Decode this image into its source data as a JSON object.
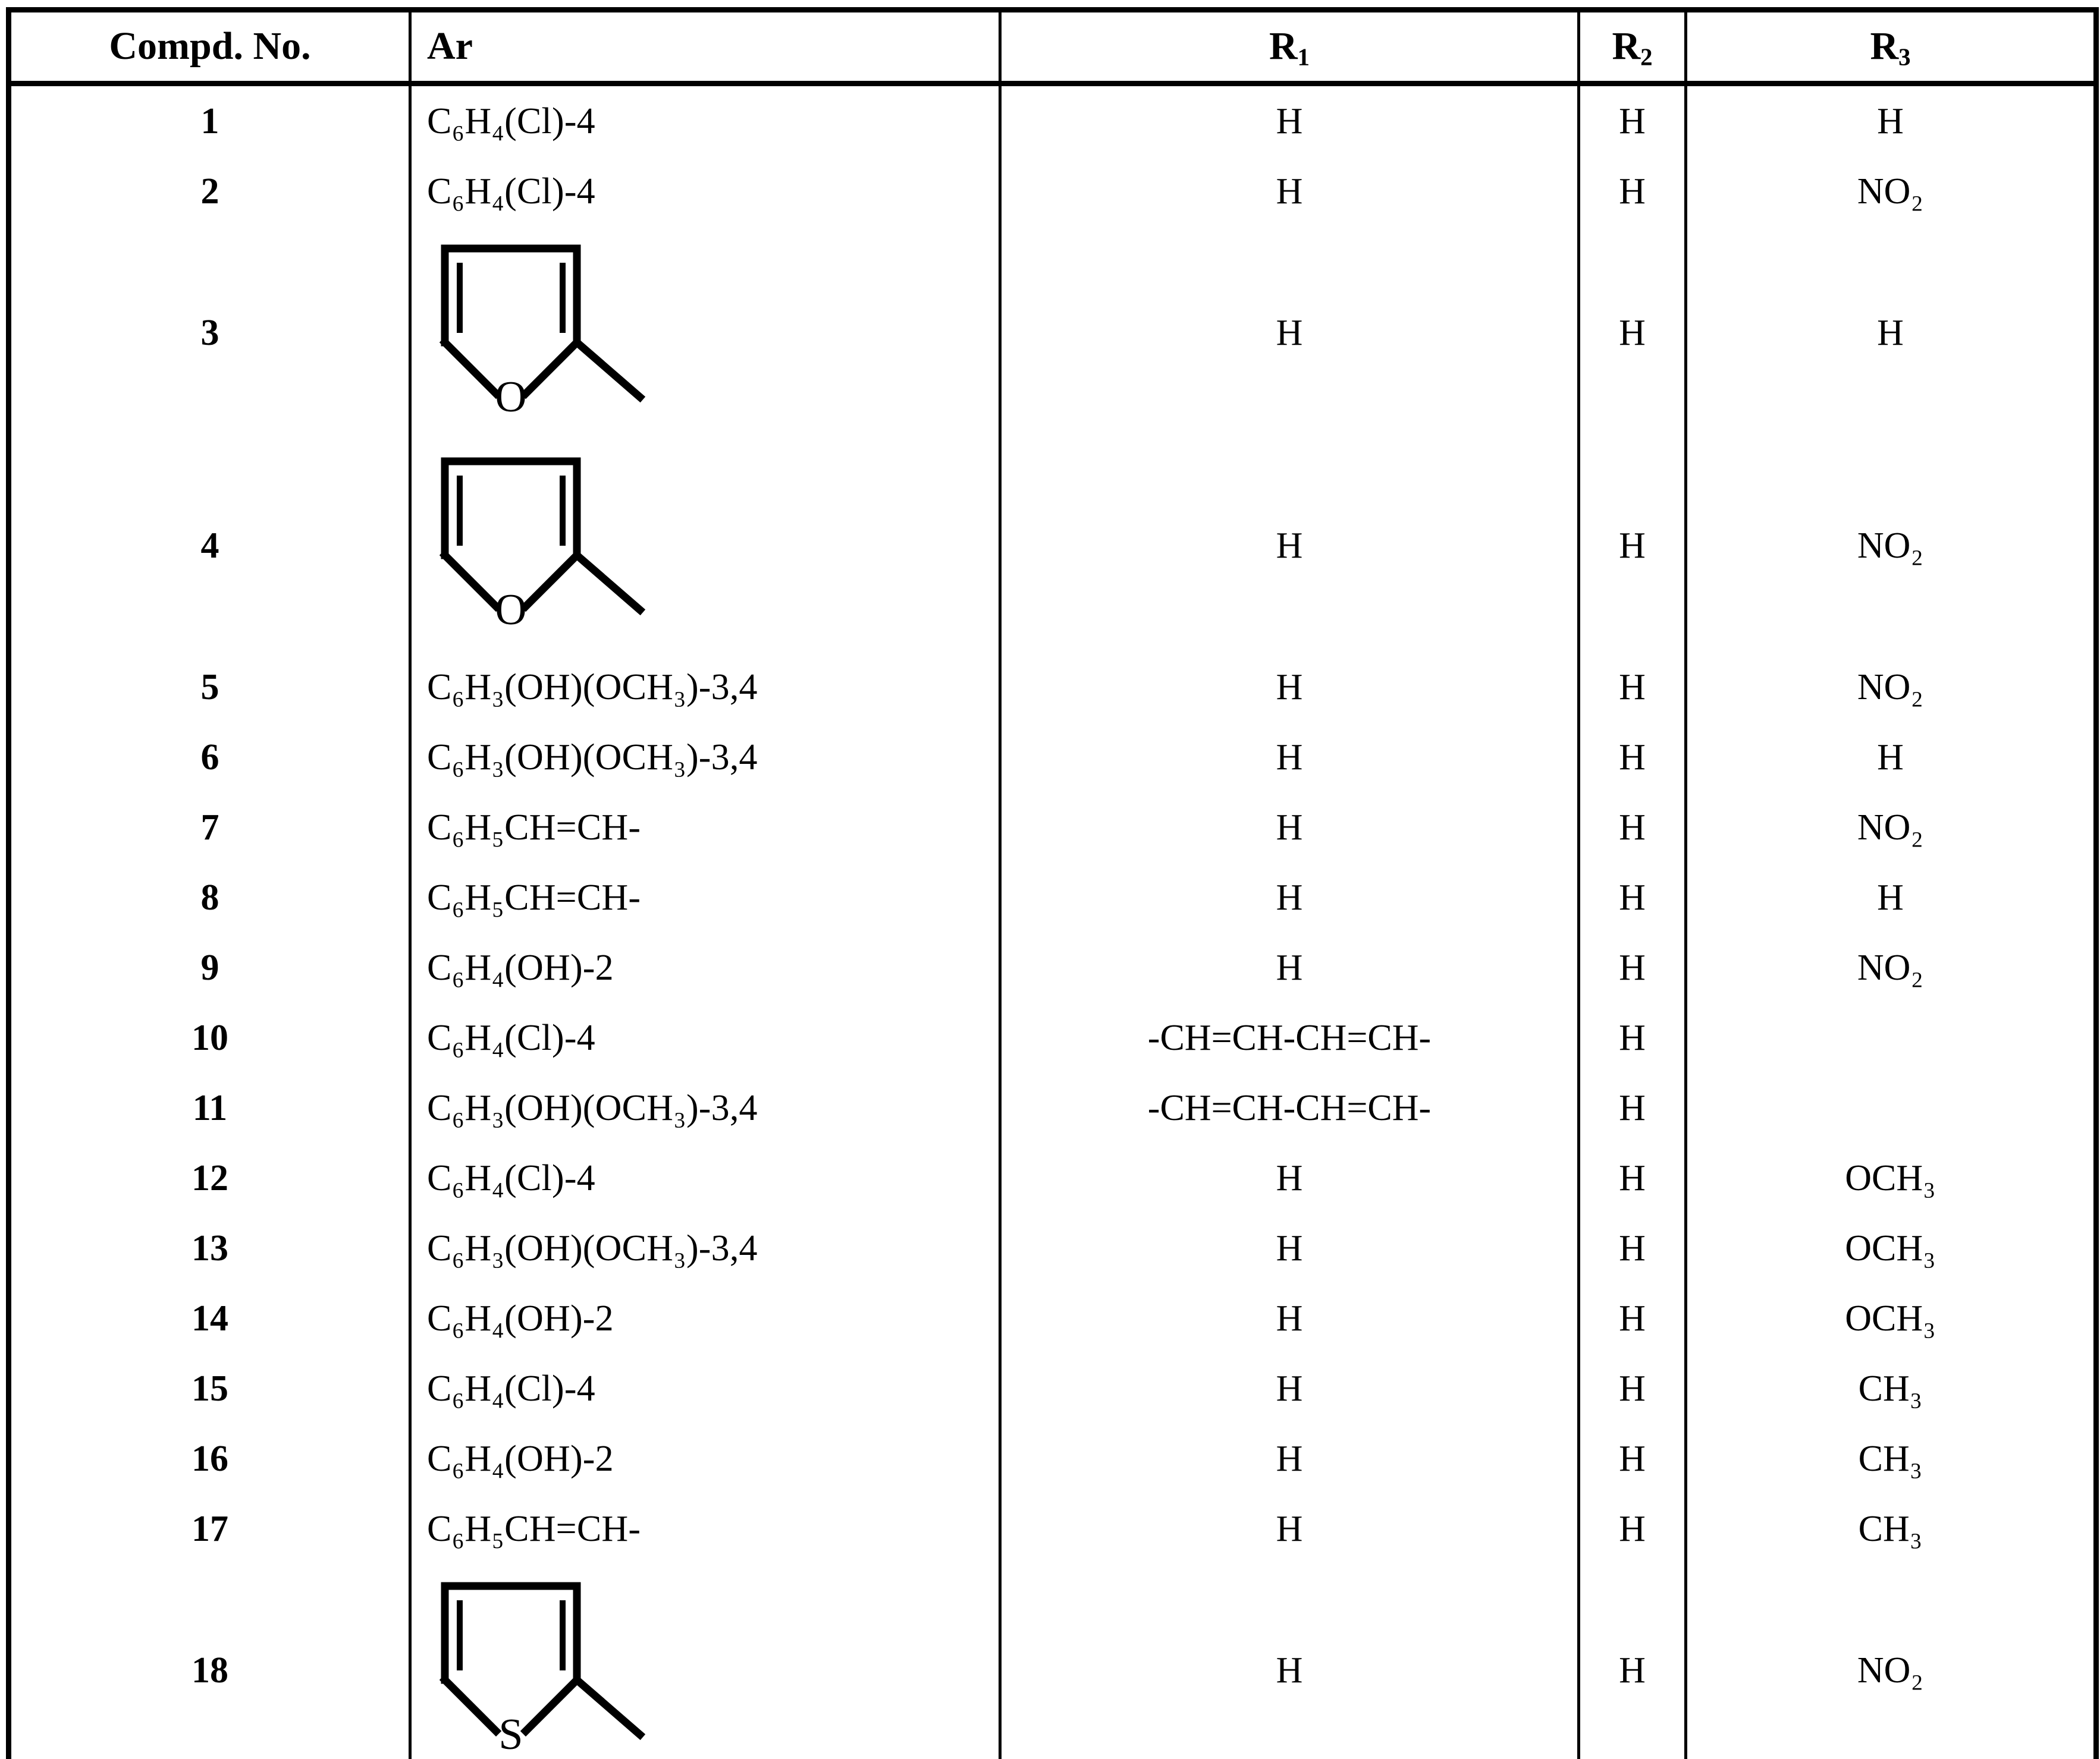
{
  "table": {
    "columns": [
      {
        "key": "compd_no",
        "label": "Compd. No."
      },
      {
        "key": "ar",
        "label": "Ar"
      },
      {
        "key": "r1",
        "label": "R",
        "label_sub": "1"
      },
      {
        "key": "r2",
        "label": "R",
        "label_sub": "2"
      },
      {
        "key": "r3",
        "label": "R",
        "label_sub": "3"
      }
    ],
    "headers": {
      "compd_no": "Compd. No.",
      "ar": "Ar",
      "r1_base": "R",
      "r1_sub": "1",
      "r2_base": "R",
      "r2_sub": "2",
      "r3_base": "R",
      "r3_sub": "3"
    },
    "rows": [
      {
        "no": "1",
        "ar_type": "text",
        "ar_text": "C6H4(Cl)-4",
        "ar_display": "C₆H₄(Cl)-4",
        "r1": "H",
        "r2": "H",
        "r3": "H"
      },
      {
        "no": "2",
        "ar_type": "text",
        "ar_text": "C6H4(Cl)-4",
        "ar_display": "C₆H₄(Cl)-4",
        "r1": "H",
        "r2": "H",
        "r3": "NO₂"
      },
      {
        "no": "3",
        "ar_type": "structure",
        "ar_structure": "furan-2-yl",
        "heteroatom": "O",
        "r1": "H",
        "r2": "H",
        "r3": "H"
      },
      {
        "no": "4",
        "ar_type": "structure",
        "ar_structure": "furan-2-yl",
        "heteroatom": "O",
        "r1": "H",
        "r2": "H",
        "r3": "NO₂"
      },
      {
        "no": "5",
        "ar_type": "text",
        "ar_text": "C6H3(OH)(OCH3)-3,4",
        "ar_display": "C₆H₃(OH)(OCH₃)-3,4",
        "r1": "H",
        "r2": "H",
        "r3": "NO₂"
      },
      {
        "no": "6",
        "ar_type": "text",
        "ar_text": "C6H3(OH)(OCH3)-3,4",
        "ar_display": "C₆H₃(OH)(OCH₃)-3,4",
        "r1": "H",
        "r2": "H",
        "r3": "H"
      },
      {
        "no": "7",
        "ar_type": "text",
        "ar_text": "C6H5CH=CH-",
        "ar_display": "C₆H₅CH=CH-",
        "r1": "H",
        "r2": "H",
        "r3": "NO₂"
      },
      {
        "no": "8",
        "ar_type": "text",
        "ar_text": "C6H5CH=CH-",
        "ar_display": "C₆H₅CH=CH-",
        "r1": "H",
        "r2": "H",
        "r3": "H"
      },
      {
        "no": "9",
        "ar_type": "text",
        "ar_text": "C6H4(OH)-2",
        "ar_display": "C₆H₄(OH)-2",
        "r1": "H",
        "r2": "H",
        "r3": "NO₂"
      },
      {
        "no": "10",
        "ar_type": "text",
        "ar_text": "C6H4(Cl)-4",
        "ar_display": "C₆H₄(Cl)-4",
        "r1": "-CH=CH-CH=CH-",
        "r2": "H",
        "r3": ""
      },
      {
        "no": "11",
        "ar_type": "text",
        "ar_text": "C6H3(OH)(OCH3)-3,4",
        "ar_display": "C₆H₃(OH)(OCH₃)-3,4",
        "r1": "-CH=CH-CH=CH-",
        "r2": "H",
        "r3": ""
      },
      {
        "no": "12",
        "ar_type": "text",
        "ar_text": "C6H4(Cl)-4",
        "ar_display": "C₆H₄(Cl)-4",
        "r1": "H",
        "r2": "H",
        "r3": "OCH₃"
      },
      {
        "no": "13",
        "ar_type": "text",
        "ar_text": "C6H3(OH)(OCH3)-3,4",
        "ar_display": "C₆H₃(OH)(OCH₃)-3,4",
        "r1": "H",
        "r2": "H",
        "r3": "OCH₃"
      },
      {
        "no": "14",
        "ar_type": "text",
        "ar_text": "C6H4(OH)-2",
        "ar_display": "C₆H₄(OH)-2",
        "r1": "H",
        "r2": "H",
        "r3": "OCH₃"
      },
      {
        "no": "15",
        "ar_type": "text",
        "ar_text": "C6H4(Cl)-4",
        "ar_display": "C₆H₄(Cl)-4",
        "r1": "H",
        "r2": "H",
        "r3": "CH₃"
      },
      {
        "no": "16",
        "ar_type": "text",
        "ar_text": "C6H4(OH)-2",
        "ar_display": "C₆H₄(OH)-2",
        "r1": "H",
        "r2": "H",
        "r3": "CH₃"
      },
      {
        "no": "17",
        "ar_type": "text",
        "ar_text": "C6H5CH=CH-",
        "ar_display": "C₆H₅CH=CH-",
        "r1": "H",
        "r2": "H",
        "r3": "CH₃"
      },
      {
        "no": "18",
        "ar_type": "structure",
        "ar_structure": "thiophen-2-yl",
        "heteroatom": "S",
        "r1": "H",
        "r2": "H",
        "r3": "NO₂"
      }
    ]
  },
  "style": {
    "text_color": "#000000",
    "background_color": "#ffffff",
    "rule_color": "#000000"
  }
}
